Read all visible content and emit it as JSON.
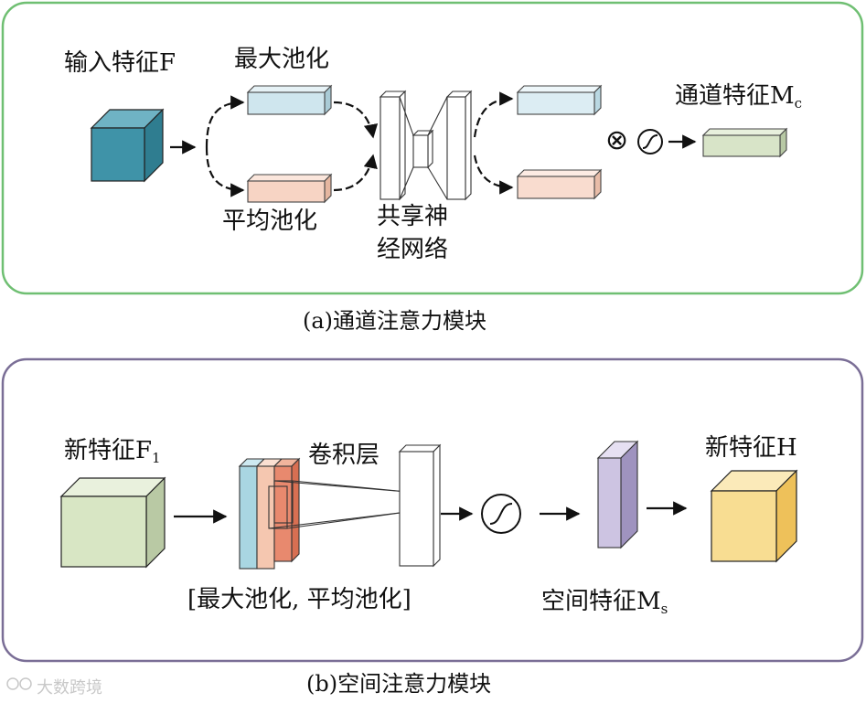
{
  "channel_module": {
    "caption": "(a)通道注意力模块",
    "input_label": "输入特征F",
    "max_pool_label": "最大池化",
    "avg_pool_label": "平均池化",
    "shared_net_label_line1": "共享神",
    "shared_net_label_line2": "经网络",
    "output_label_main": "通道特征M",
    "output_label_sub": "c",
    "operator_symbol": "⊗",
    "colors": {
      "frame": "#6fbf72",
      "input_cube": "#3f93a8",
      "max_pool_bar": "#cfe6ee",
      "avg_pool_bar": "#f7d4c4",
      "output_bar": "#d8e4c8"
    }
  },
  "spatial_module": {
    "caption": "(b)空间注意力模块",
    "input_label_main": "新特征F",
    "input_label_sub": "1",
    "conv_label": "卷积层",
    "pool_stack_label": "[最大池化, 平均池化]",
    "feature_label_main": "空间特征M",
    "feature_label_sub": "s",
    "output_label": "新特征H",
    "colors": {
      "frame": "#7a6e96",
      "input_cube": "#d8e6c4",
      "max_map": "#a9d6e2",
      "avg_map": "#f5c7b0",
      "conv_overlay": "#e8896e",
      "spatial_map": "#cdc4e2",
      "output_cube": "#f8dd92"
    }
  },
  "watermark": "大数跨境"
}
